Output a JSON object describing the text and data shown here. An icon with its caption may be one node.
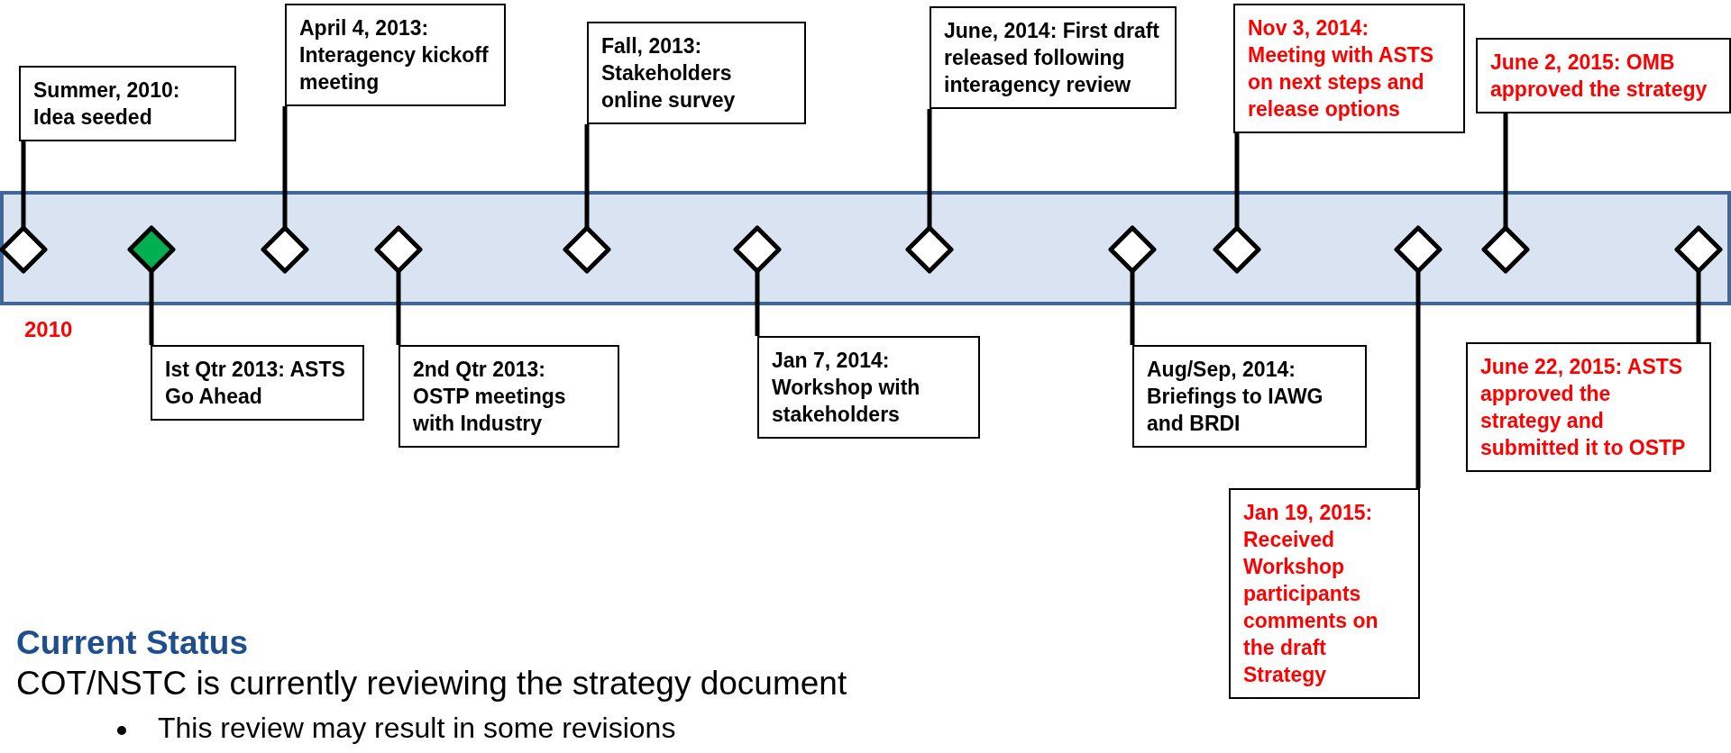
{
  "diagram": {
    "nodes": [
      {
        "text": [],
        "shape": "bar"
      },
      {
        "text": [],
        "shape": "diamond",
        "in": 0
      },
      {
        "text": [],
        "shape": "diamond",
        "in": 0
      },
      {
        "text": [],
        "shape": "diamond",
        "in": 0
      },
      {
        "text": [],
        "shape": "diamond",
        "in": 0
      },
      {
        "text": [],
        "shape": "diamond",
        "in": 0
      },
      {
        "text": [],
        "shape": "diamond",
        "in": 0
      },
      {
        "text": [],
        "shape": "diamond",
        "in": 0
      },
      {
        "text": [],
        "shape": "diamond",
        "in": 0
      },
      {
        "text": [],
        "shape": "diamond",
        "in": 0
      },
      {
        "text": [],
        "shape": "diamond",
        "in": 0
      },
      {
        "text": [],
        "shape": "diamond",
        "in": 0
      },
      {
        "text": [],
        "shape": "diamond",
        "in": 0
      },
      {
        "text": [
          "Summer, 2010: Idea seeded"
        ]
      },
      {
        "text": [
          "Ist Qtr 2013: ASTS Go Ahead"
        ]
      },
      {
        "text": [
          "April 4, 2013: Interagency kickoff meeting"
        ]
      },
      {
        "text": [
          "2nd Qtr 2013: OSTP meetings with Industry"
        ]
      },
      {
        "text": [
          "Fall, 2013: Stakeholders online survey"
        ]
      },
      {
        "text": [
          "Jan 7, 2014: Workshop with stakeholders"
        ]
      },
      {
        "text": [
          "June, 2014: First draft released following interagency review"
        ]
      },
      {
        "text": [
          "Aug/Sep, 2014: Briefings to IAWG and BRDI"
        ]
      },
      {
        "text": [
          "Nov 3, 2014: Meeting with ASTS on next steps and release options"
        ]
      },
      {
        "text": [
          "Jan 19, 2015: Received Workshop participants comments on the draft Strategy"
        ]
      },
      {
        "text": [
          "June 2, 2015: OMB approved the strategy"
        ]
      },
      {
        "text": [
          "June 22, 2015: ASTS approved the strategy and submitted it to OSTP"
        ]
      }
    ],
    "edges": [
      {
        "from": 13,
        "to": 1,
        "arrow": "none"
      },
      {
        "from": 14,
        "to": 2,
        "arrow": "none"
      },
      {
        "from": 15,
        "to": 3,
        "arrow": "none"
      },
      {
        "from": 16,
        "to": 4,
        "arrow": "none"
      },
      {
        "from": 17,
        "to": 5,
        "arrow": "none"
      },
      {
        "from": 18,
        "to": 6,
        "arrow": "none"
      },
      {
        "from": 19,
        "to": 7,
        "arrow": "none"
      },
      {
        "from": 20,
        "to": 8,
        "arrow": "none"
      },
      {
        "from": 21,
        "to": 9,
        "arrow": "none"
      },
      {
        "from": 22,
        "to": 10,
        "arrow": "none"
      },
      {
        "from": 23,
        "to": 11,
        "arrow": "none"
      },
      {
        "from": 24,
        "to": 12,
        "arrow": "none"
      }
    ],
    "labels": [
      "2010",
      "Current Status",
      "COT/NSTC is currently reviewing the strategy document",
      "This review may result in some revisions"
    ]
  }
}
